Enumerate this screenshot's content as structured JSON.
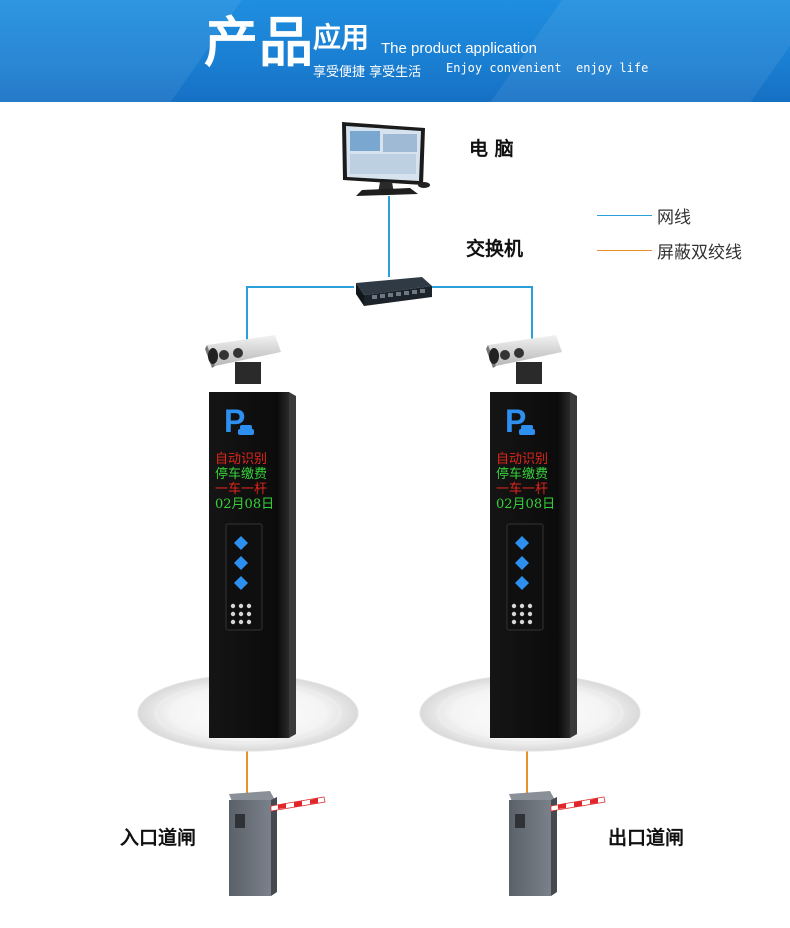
{
  "header": {
    "title_main": "产品",
    "title_secondary": "应用",
    "title_english": "The product application",
    "subtitle_cn": "享受便捷 享受生活",
    "subtitle_en": "Enjoy convenient  enjoy life"
  },
  "nodes": {
    "computer": "电 脑",
    "switch": "交换机",
    "entrance": "入口道闸",
    "exit": "出口道闸"
  },
  "legend": [
    {
      "label": "网线",
      "color": "#2a9fd8"
    },
    {
      "label": "屏蔽双绞线",
      "color": "#e8912a"
    }
  ],
  "kiosk": {
    "parking_symbol": "P",
    "display_lines": [
      "自动识别",
      "停车缴费",
      "一车一杆",
      "02月08日"
    ]
  },
  "colors": {
    "banner": "#1a7fd2",
    "network_cable": "#2a9fd8",
    "shielded_cable": "#e8912a"
  }
}
